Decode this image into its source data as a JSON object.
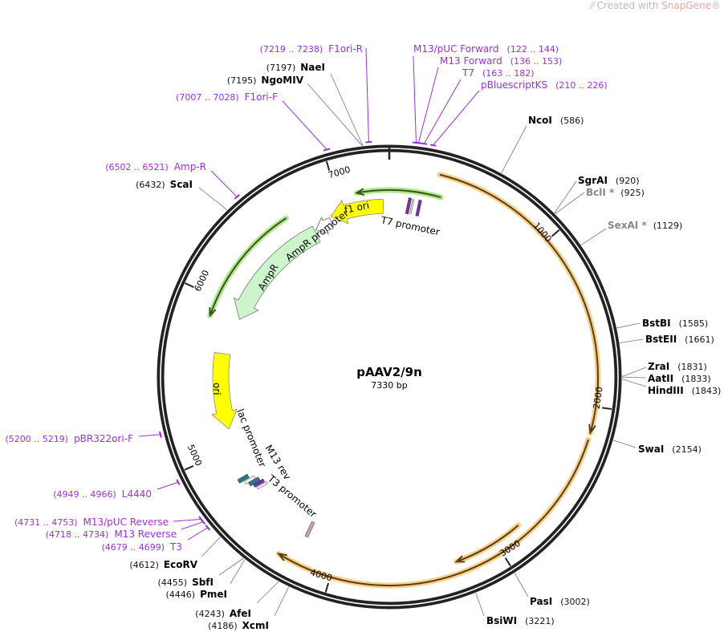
{
  "watermark": {
    "prefix": "Created with ",
    "brand": "SnapGene",
    "suffix": "®"
  },
  "plasmid": {
    "name": "pAAV2/9n",
    "length_label": "7330 bp",
    "length": 7330
  },
  "ticks": [
    "1000",
    "2000",
    "3000",
    "4000",
    "5000",
    "6000",
    "7000"
  ],
  "enzymes": [
    {
      "name": "NaeI",
      "pos": "(7197)",
      "bp": 7197
    },
    {
      "name": "NgoMIV",
      "pos": "(7195)",
      "bp": 7195
    },
    {
      "name": "ScaI",
      "pos": "(6432)",
      "bp": 6432
    },
    {
      "name": "EcoRV",
      "pos": "(4612)",
      "bp": 4612
    },
    {
      "name": "SbfI",
      "pos": "(4455)",
      "bp": 4455
    },
    {
      "name": "PmeI",
      "pos": "(4446)",
      "bp": 4446
    },
    {
      "name": "AfeI",
      "pos": "(4243)",
      "bp": 4243
    },
    {
      "name": "XcmI",
      "pos": "(4186)",
      "bp": 4186
    },
    {
      "name": "NcoI",
      "pos": "(586)",
      "bp": 586
    },
    {
      "name": "SgrAI",
      "pos": "(920)",
      "bp": 920
    },
    {
      "name": "BclI *",
      "pos": "(925)",
      "bp": 925
    },
    {
      "name": "SexAI *",
      "pos": "(1129)",
      "bp": 1129
    },
    {
      "name": "BstBI",
      "pos": "(1585)",
      "bp": 1585
    },
    {
      "name": "BstEII",
      "pos": "(1661)",
      "bp": 1661
    },
    {
      "name": "ZraI",
      "pos": "(1831)",
      "bp": 1831
    },
    {
      "name": "AatII",
      "pos": "(1833)",
      "bp": 1833
    },
    {
      "name": "HindIII",
      "pos": "(1843)",
      "bp": 1843
    },
    {
      "name": "SwaI",
      "pos": "(2154)",
      "bp": 2154
    },
    {
      "name": "PasI",
      "pos": "(3002)",
      "bp": 3002
    },
    {
      "name": "BsiWI",
      "pos": "(3221)",
      "bp": 3221
    }
  ],
  "primers": [
    {
      "name": "F1ori-R",
      "range": "(7219 .. 7238)",
      "start": 7219,
      "end": 7238
    },
    {
      "name": "F1ori-F",
      "range": "(7007 .. 7028)",
      "start": 7007,
      "end": 7028
    },
    {
      "name": "Amp-R",
      "range": "(6502 .. 6521)",
      "start": 6502,
      "end": 6521
    },
    {
      "name": "pBR322ori-F",
      "range": "(5200 .. 5219)",
      "start": 5200,
      "end": 5219
    },
    {
      "name": "L4440",
      "range": "(4949 .. 4966)",
      "start": 4949,
      "end": 4966
    },
    {
      "name": "M13/pUC Reverse",
      "range": "(4731 .. 4753)",
      "start": 4731,
      "end": 4753
    },
    {
      "name": "M13 Reverse",
      "range": "(4718 .. 4734)",
      "start": 4718,
      "end": 4734
    },
    {
      "name": "T3",
      "range": "(4679 .. 4699)",
      "start": 4679,
      "end": 4699
    },
    {
      "name": "M13/pUC Forward",
      "range": "(122 .. 144)",
      "start": 122,
      "end": 144
    },
    {
      "name": "M13 Forward",
      "range": "(136 .. 153)",
      "start": 136,
      "end": 153
    },
    {
      "name": "T7",
      "range": "(163 .. 182)",
      "start": 163,
      "end": 182
    },
    {
      "name": "pBluescriptKS",
      "range": "(210 .. 226)",
      "start": 210,
      "end": 226
    }
  ],
  "features": {
    "f1_ori": "f1 ori",
    "t7_promoter": "T7 promoter",
    "ampr_promoter": "AmpR promoter",
    "ampr": "AmpR",
    "ori": "ori",
    "lac_promoter": "lac promoter",
    "m13_rev": "M13 rev",
    "t3_promoter": "T3 promoter"
  },
  "colors": {
    "primer": "#9b30d9",
    "feature_yellow": "#ffff00",
    "ampr": "#ccf5cc",
    "orange_glow": "#f5c878",
    "green_glow": "#a8e07a"
  }
}
